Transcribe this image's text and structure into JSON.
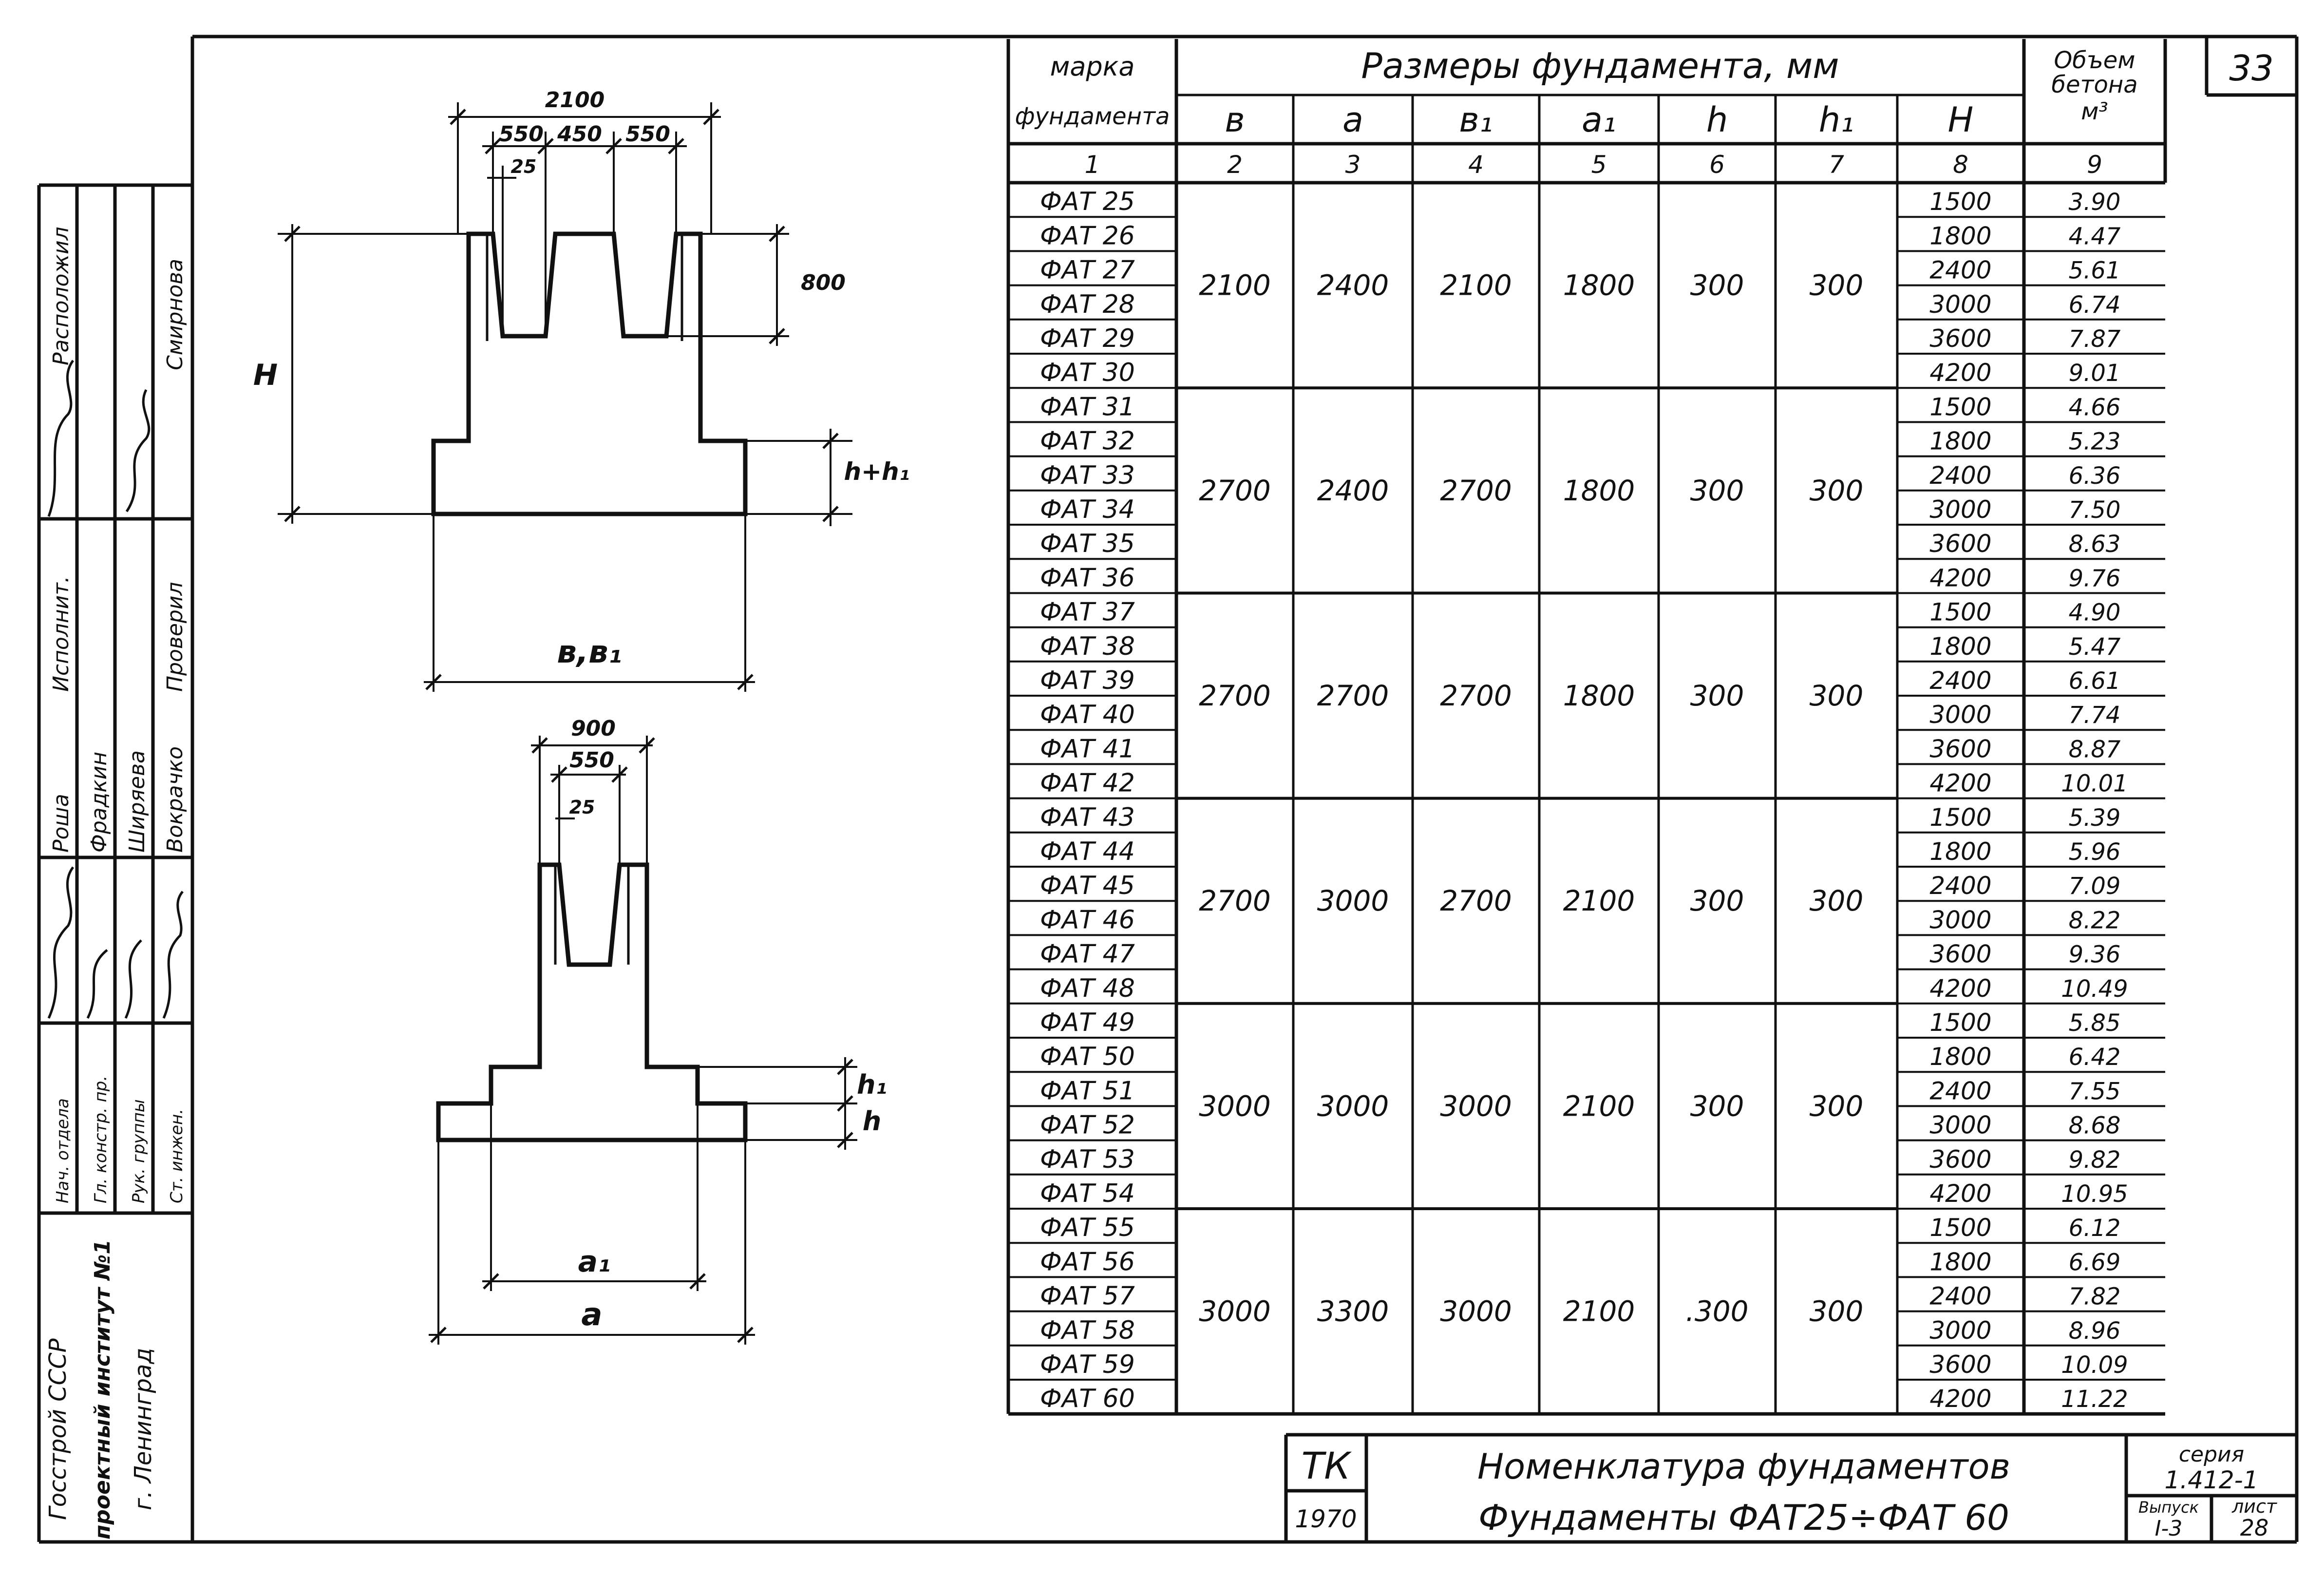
{
  "page_number": "33",
  "table": {
    "header": {
      "mark": [
        "марка",
        "фундамента"
      ],
      "sizes_group": "Размеры фундамента, мм",
      "volume": [
        "Объем",
        "бетона",
        "м³"
      ],
      "params": [
        "в",
        "а",
        "в₁",
        "а₁",
        "h",
        "h₁",
        "H"
      ],
      "col_numbers": [
        "1",
        "2",
        "3",
        "4",
        "5",
        "6",
        "7",
        "8",
        "9"
      ]
    },
    "groups": [
      {
        "b": "2100",
        "a": "2400",
        "b1": "2100",
        "a1": "1800",
        "h": "300",
        "h1": "300",
        "rows": [
          [
            "ФАТ 25",
            "1500",
            "3.90"
          ],
          [
            "ФАТ 26",
            "1800",
            "4.47"
          ],
          [
            "ФАТ 27",
            "2400",
            "5.61"
          ],
          [
            "ФАТ 28",
            "3000",
            "6.74"
          ],
          [
            "ФАТ 29",
            "3600",
            "7.87"
          ],
          [
            "ФАТ 30",
            "4200",
            "9.01"
          ]
        ]
      },
      {
        "b": "2700",
        "a": "2400",
        "b1": "2700",
        "a1": "1800",
        "h": "300",
        "h1": "300",
        "rows": [
          [
            "ФАТ 31",
            "1500",
            "4.66"
          ],
          [
            "ФАТ 32",
            "1800",
            "5.23"
          ],
          [
            "ФАТ 33",
            "2400",
            "6.36"
          ],
          [
            "ФАТ 34",
            "3000",
            "7.50"
          ],
          [
            "ФАТ 35",
            "3600",
            "8.63"
          ],
          [
            "ФАТ 36",
            "4200",
            "9.76"
          ]
        ]
      },
      {
        "b": "2700",
        "a": "2700",
        "b1": "2700",
        "a1": "1800",
        "h": "300",
        "h1": "300",
        "rows": [
          [
            "ФАТ 37",
            "1500",
            "4.90"
          ],
          [
            "ФАТ 38",
            "1800",
            "5.47"
          ],
          [
            "ФАТ 39",
            "2400",
            "6.61"
          ],
          [
            "ФАТ 40",
            "3000",
            "7.74"
          ],
          [
            "ФАТ 41",
            "3600",
            "8.87"
          ],
          [
            "ФАТ 42",
            "4200",
            "10.01"
          ]
        ]
      },
      {
        "b": "2700",
        "a": "3000",
        "b1": "2700",
        "a1": "2100",
        "h": "300",
        "h1": "300",
        "rows": [
          [
            "ФАТ 43",
            "1500",
            "5.39"
          ],
          [
            "ФАТ 44",
            "1800",
            "5.96"
          ],
          [
            "ФАТ 45",
            "2400",
            "7.09"
          ],
          [
            "ФАТ 46",
            "3000",
            "8.22"
          ],
          [
            "ФАТ 47",
            "3600",
            "9.36"
          ],
          [
            "ФАТ 48",
            "4200",
            "10.49"
          ]
        ]
      },
      {
        "b": "3000",
        "a": "3000",
        "b1": "3000",
        "a1": "2100",
        "h": "300",
        "h1": "300",
        "rows": [
          [
            "ФАТ 49",
            "1500",
            "5.85"
          ],
          [
            "ФАТ 50",
            "1800",
            "6.42"
          ],
          [
            "ФАТ 51",
            "2400",
            "7.55"
          ],
          [
            "ФАТ 52",
            "3000",
            "8.68"
          ],
          [
            "ФАТ 53",
            "3600",
            "9.82"
          ],
          [
            "ФАТ 54",
            "4200",
            "10.95"
          ]
        ]
      },
      {
        "b": "3000",
        "a": "3300",
        "b1": "3000",
        "a1": "2100",
        "h": ".300",
        "h1": "300",
        "rows": [
          [
            "ФАТ 55",
            "1500",
            "6.12"
          ],
          [
            "ФАТ 56",
            "1800",
            "6.69"
          ],
          [
            "ФАТ 57",
            "2400",
            "7.82"
          ],
          [
            "ФАТ 58",
            "3000",
            "8.96"
          ],
          [
            "ФАТ 59",
            "3600",
            "10.09"
          ],
          [
            "ФАТ 60",
            "4200",
            "11.22"
          ]
        ]
      }
    ]
  },
  "drawing_top": {
    "dim_total": "2100",
    "dim_550_left": "550",
    "dim_450": "450",
    "dim_550_right": "550",
    "dim_25": "25",
    "dim_800": "800",
    "label_H": "H",
    "label_hh1": "h+h₁",
    "label_bb1": "в,в₁"
  },
  "drawing_bottom": {
    "dim_900": "900",
    "dim_550": "550",
    "dim_25": "25",
    "label_h1": "h₁",
    "label_h": "h",
    "label_a1": "а₁",
    "label_a": "а"
  },
  "stamp": {
    "org": "ТК",
    "year": "1970",
    "title": "Номенклатура фундаментов",
    "subtitle": "Фундаменты ФАТ25÷ФАТ 60",
    "series_label": "серия",
    "series_value": "1.412-1",
    "issue_label": "Выпуск",
    "issue_value": "I-3",
    "sheet_label": "лист",
    "sheet_value": "28"
  },
  "side_block": {
    "org_lines": [
      "Госстрой СССР",
      "проектный институт №1",
      "г. Ленинград"
    ],
    "roles": [
      "Нач. отдела",
      "Гл. констр. пр.",
      "Рук. группы",
      "Ст. инжен."
    ],
    "names": [
      "Роша",
      "Фрадкин",
      "Ширяева",
      "Вокрачко"
    ],
    "extra_titles": [
      "Исполнит.",
      "Проверил",
      "Расположил"
    ],
    "extra_names": [
      "Смирнова"
    ]
  }
}
